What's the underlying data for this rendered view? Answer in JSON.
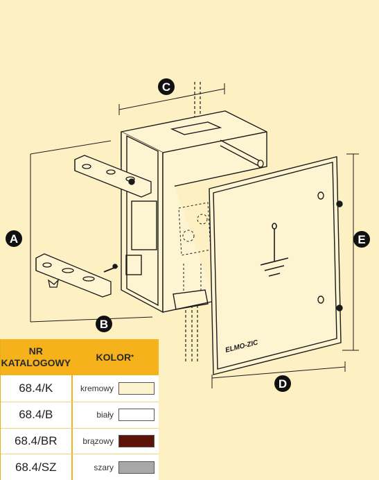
{
  "diagram": {
    "dimension_labels": {
      "a": "A",
      "b": "B",
      "c": "C",
      "d": "D",
      "e": "E"
    },
    "brand_text": "ELMO-ZIC"
  },
  "catalog_table": {
    "headers": {
      "catalog_number": "NR KATALOGOWY",
      "color": "KOLOR",
      "color_mark": "*"
    },
    "rows": [
      {
        "code": "68.4/K",
        "color_name": "kremowy",
        "swatch": "#fdf3cf"
      },
      {
        "code": "68.4/B",
        "color_name": "biały",
        "swatch": "#ffffff"
      },
      {
        "code": "68.4/BR",
        "color_name": "brązowy",
        "swatch": "#5c1408"
      },
      {
        "code": "68.4/SZ",
        "color_name": "szary",
        "swatch": "#a8a8a8"
      }
    ]
  },
  "colors": {
    "background": "#fdf1c4",
    "header": "#f5b21b",
    "line": "#1a1a1a"
  }
}
